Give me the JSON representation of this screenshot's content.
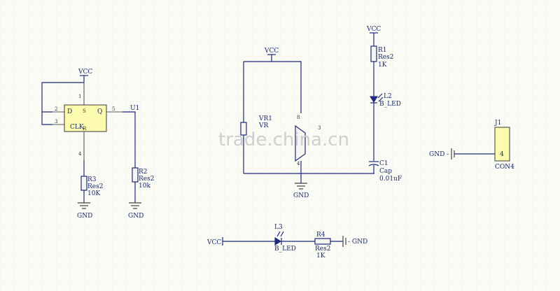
{
  "labels": {
    "vcc": "VCC",
    "gnd": "GND",
    "gnd_left": "GND -",
    "gnd_right": "- GND"
  },
  "u1": {
    "ref": "U1",
    "pin_d": "D",
    "pin_q": "Q",
    "pin_clk": "CLK",
    "pin_s": "S",
    "pin_r": "R",
    "pin_no_1": "1",
    "pin_no_2": "2",
    "pin_no_3": "3",
    "pin_no_4": "4",
    "pin_no_5": "5"
  },
  "r3": {
    "ref": "R3",
    "model": "Res2",
    "value": "10K"
  },
  "r2": {
    "ref": "R2",
    "model": "Res2",
    "value": "10k"
  },
  "vr1": {
    "ref": "VR1",
    "model": "VR",
    "pin_no_8": "8",
    "pin_no_4": "4",
    "pin_mark": "3"
  },
  "r1": {
    "ref": "R1",
    "model": "Res2",
    "value": "1K"
  },
  "l2": {
    "ref": "L2",
    "model": "B_LED"
  },
  "c1": {
    "ref": "C1",
    "model": "Cap",
    "value": "0.01uF"
  },
  "j1": {
    "ref": "J1",
    "pin": "4",
    "model": "CON4"
  },
  "l3": {
    "ref": "L3",
    "model": "B_LED"
  },
  "r4": {
    "ref": "R4",
    "model": "Res2",
    "value": "1K"
  },
  "watermark": "trade.china.cn",
  "colors": {
    "wire": "#1e2a7a",
    "text": "#1a2a6e",
    "chip_fill": "#fdfbb0",
    "grid": "#ebebdf"
  }
}
